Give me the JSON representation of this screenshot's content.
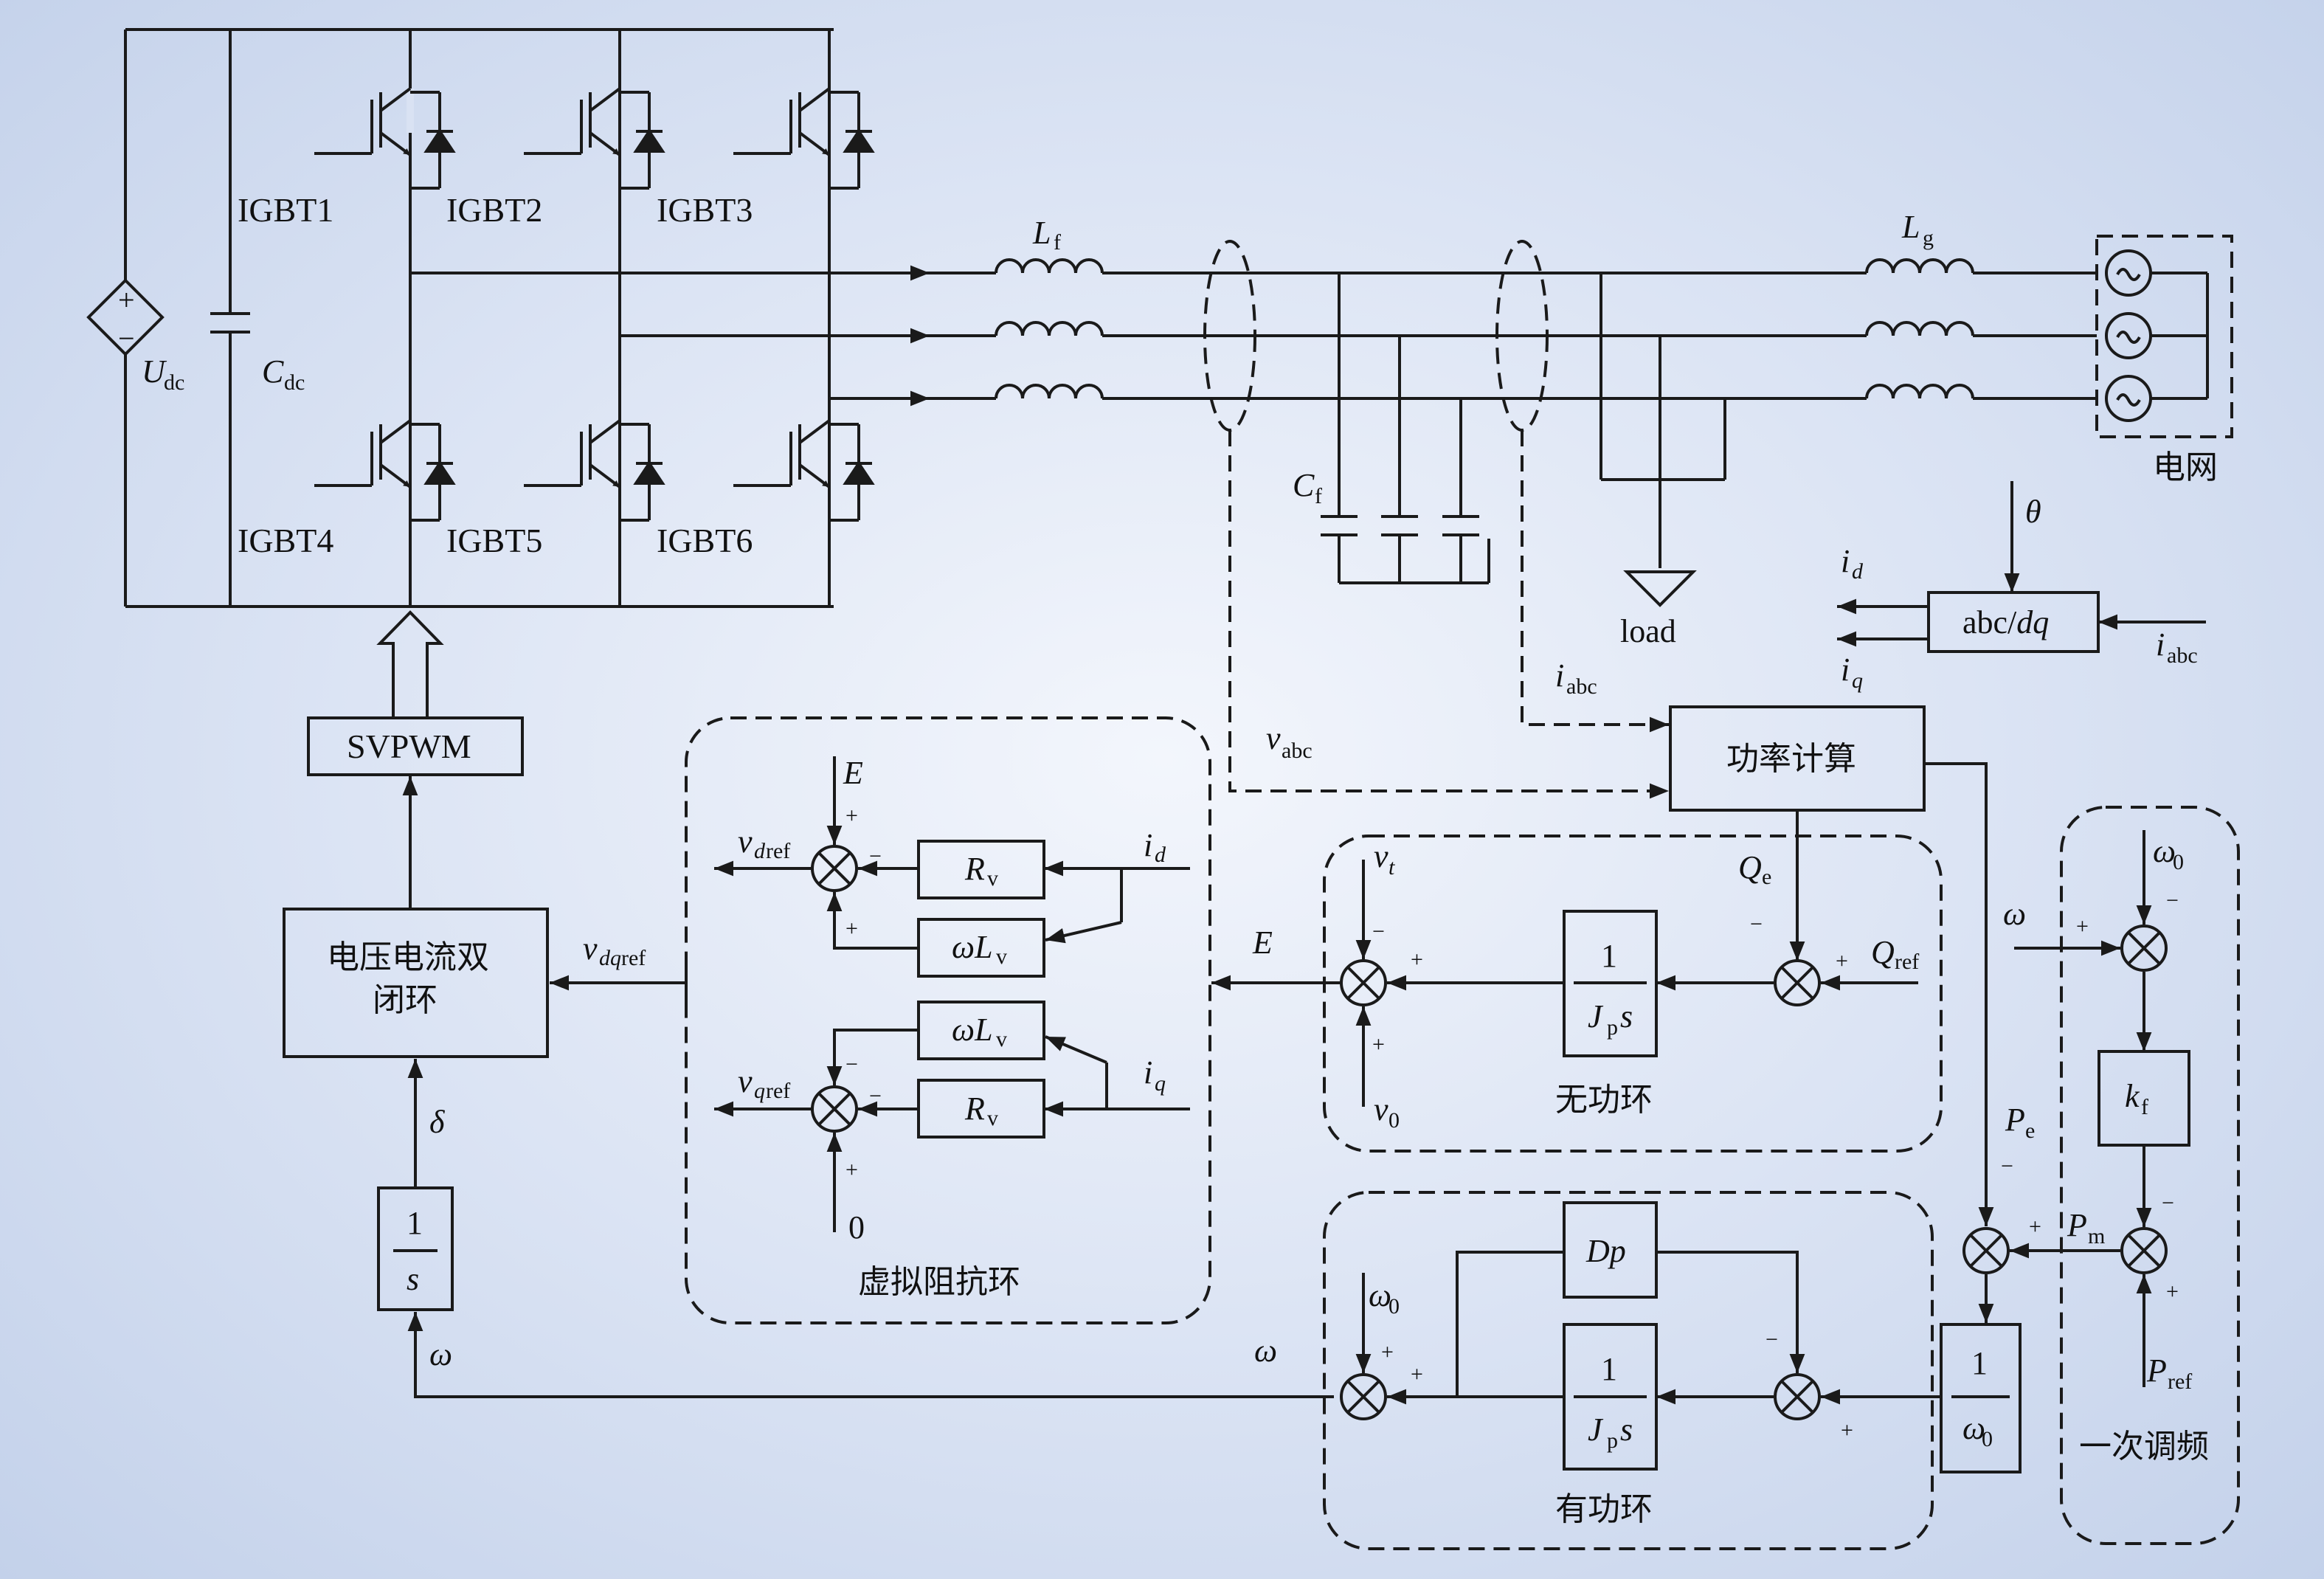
{
  "labels": {
    "igbt1": "IGBT1",
    "igbt2": "IGBT2",
    "igbt3": "IGBT3",
    "igbt4": "IGBT4",
    "igbt5": "IGBT5",
    "igbt6": "IGBT6",
    "udc_main": "U",
    "udc_sub": "dc",
    "cdc_main": "C",
    "cdc_sub": "dc",
    "lf_main": "L",
    "lf_sub": "f",
    "lg_main": "L",
    "lg_sub": "g",
    "cf_main": "C",
    "cf_sub": "f",
    "load": "load",
    "grid": "电网",
    "theta": "θ",
    "abc_dq": "abc/",
    "abc_dq_it": "dq",
    "id_main": "i",
    "id_sub": "d",
    "iq_main": "i",
    "iq_sub": "q",
    "iabc_main": "i",
    "iabc_sub": "abc",
    "vabc_main": "v",
    "vabc_sub": "abc",
    "svpwm": "SVPWM",
    "power_calc": "功率计算",
    "dual_loop_1": "电压电流双",
    "dual_loop_2": "闭环",
    "vdqref_main": "v",
    "vdqref_sub": "dq",
    "vdqref_sub2": "ref",
    "vdref_main": "v",
    "vdref_sub": "d",
    "vdref_sub2": "ref",
    "vqref_main": "v",
    "vqref_sub": "q",
    "vqref_sub2": "ref",
    "E": "E",
    "zero": "0",
    "Rv_main": "R",
    "Rv_sub": "v",
    "wLv_main": "ωL",
    "wLv_sub": "v",
    "virtual_impedance": "虚拟阻抗环",
    "vt_main": "v",
    "vt_sub": "t",
    "v0_main": "v",
    "v0_sub": "0",
    "Qe_main": "Q",
    "Qe_sub": "e",
    "Qref_main": "Q",
    "Qref_sub": "ref",
    "one": "1",
    "Jps_J": "J",
    "Jps_p": "p",
    "Jps_s": "s",
    "reactive_loop": "无功环",
    "active_loop": "有功环",
    "Dp": "Dp",
    "omega": "ω",
    "omega0_main": "ω",
    "omega0_sub": "0",
    "delta": "δ",
    "s": "s",
    "Pe_main": "P",
    "Pe_sub": "e",
    "Pm_main": "P",
    "Pm_sub": "m",
    "Pref_main": "P",
    "Pref_sub": "ref",
    "kf_main": "k",
    "kf_sub": "f",
    "primary_freq": "一次调频",
    "plus": "+",
    "minus": "−"
  },
  "colors": {
    "line": "#1a1a1a",
    "background_center": "#f3f6fc",
    "background_edge": "#c3d1ea"
  }
}
